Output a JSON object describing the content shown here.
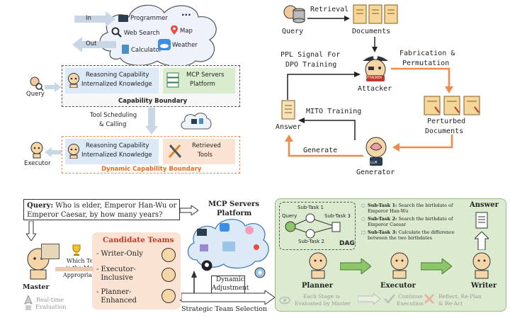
{
  "top_left": {
    "cloud_tools": [
      "Programmer",
      "Web Search",
      "Map",
      "Calculator",
      "Weather"
    ],
    "cloud_more": "...",
    "in_label": "In",
    "out_label": "Out",
    "query_label": "Query",
    "cap_box": {
      "left_text_1": "Reasoning Capability",
      "left_text_2": "Internalized Knowledge",
      "right_text_1": "MCP Servers",
      "right_text_2": "Platform",
      "title": "Capability Boundary"
    },
    "tool_scheduling_1": "Tool Scheduling",
    "tool_scheduling_2": "& Calling",
    "dyn_box": {
      "left_text_1": "Reasoning Capability",
      "left_text_2": "Internalized Knowledge",
      "right_text_1": "Retrieved",
      "right_text_2": "Tools",
      "title": "Dynamic Capability Boundary"
    },
    "executor_label": "Executor"
  },
  "top_right": {
    "query": "Query",
    "retrieval": "Retrieval",
    "documents": "Documents",
    "ppl_1": "PPL Signal For",
    "ppl_2": "DPO Training",
    "fabrication_1": "Fabrication &",
    "fabrication_2": "Permutation",
    "attacker": "Attacker",
    "attacker_badge": "ATTACKER",
    "perturbed_1": "Perturbed",
    "perturbed_2": "Documents",
    "mito": "MITO Training",
    "answer": "Answer",
    "generate": "Generate",
    "generator": "Generator",
    "llm_badge": "LLM"
  },
  "bottom_left": {
    "query_prefix": "Query:",
    "query_text": " Who is elder, Emperor Han-Wu or Emperor Caesar, by how many years?",
    "mcp_1": "MCP Servers",
    "mcp_2": "Platform",
    "candidate_title": "Candidate Teams",
    "teams": [
      "- Writer-Only",
      "- Executor-",
      "  Inclusive",
      "- Planner-",
      "  Enhanced"
    ],
    "which_1": "Which Team",
    "which_2": "is the Most",
    "which_3": "Appropriate?",
    "master": "Master",
    "realtime_1": "Real-time",
    "realtime_2": "Evaluation",
    "dynamic_1": "Dynamic",
    "dynamic_2": "Adjustment",
    "strategic": "Strategic Team Selection"
  },
  "bottom_right": {
    "query": "Query",
    "subtask1": "Sub-Task 1",
    "subtask2": "Sub-Task 2",
    "subtask3": "Sub-Task 3",
    "dag": "DAG",
    "st1_bold": "Sub-Task 1:",
    "st1_text": " Search the birthdate of Emperor Han-Wu",
    "st2_bold": "Sub-Task 2:",
    "st2_text": " Search the birthdate of Emperor Caesar",
    "st3_bold": "Sub-Task 3:",
    "st3_text": " Calculate the difference between the two birthdates",
    "answer": "Answer",
    "planner": "Planner",
    "executor": "Executor",
    "writer": "Writer",
    "eval_1": "Each Stage is",
    "eval_2": "Evaluated by Master",
    "cont_1": "Continue",
    "cont_2": "Execution",
    "reflect_1": "Reflect, Re-Plan",
    "reflect_2": "& Re-Act"
  },
  "colors": {
    "orange": "#f08a4b",
    "blue_box": "#dce9f7",
    "green_box": "#d9eccd",
    "green_panel": "#dcebcf",
    "peach_panel": "#fbe3d3",
    "dark_red": "#c0392b",
    "doc_yellow": "#f6d79a"
  }
}
